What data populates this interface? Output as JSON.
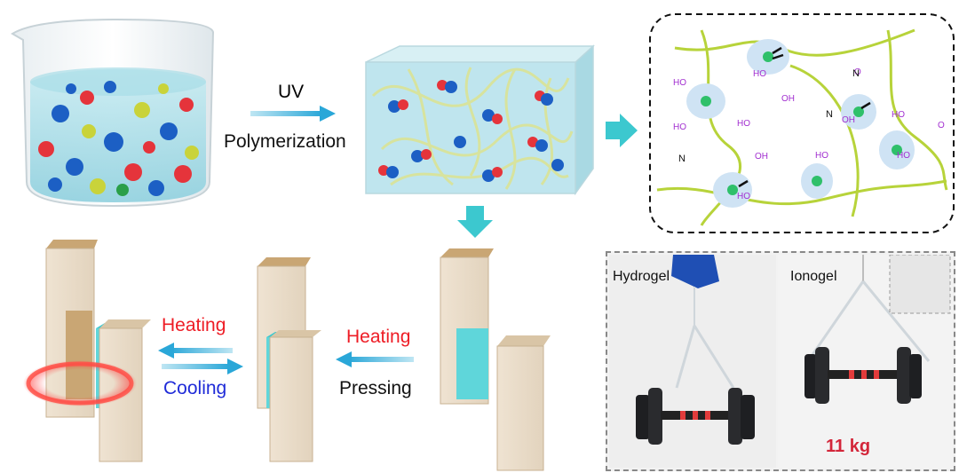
{
  "steps": {
    "uv": "UV",
    "polymerization": "Polymerization",
    "heating_right": "Heating",
    "pressing": "Pressing",
    "heating_left": "Heating",
    "cooling": "Cooling"
  },
  "photos": {
    "hydrogel": "Hydrogel",
    "ionogel": "Ionogel",
    "weight": "11 kg"
  },
  "chem_labels": {
    "ho": "HO",
    "oh": "OH",
    "o": "O",
    "n": "N"
  },
  "colors": {
    "uv": "#c02fd6",
    "heating": "#ee1c25",
    "cooling": "#1f2bd8",
    "arrow": "#2aa7d8",
    "teal_arrow": "#3cc8cf",
    "chem": "#a22fd0",
    "fiber": "#b7d33a"
  }
}
